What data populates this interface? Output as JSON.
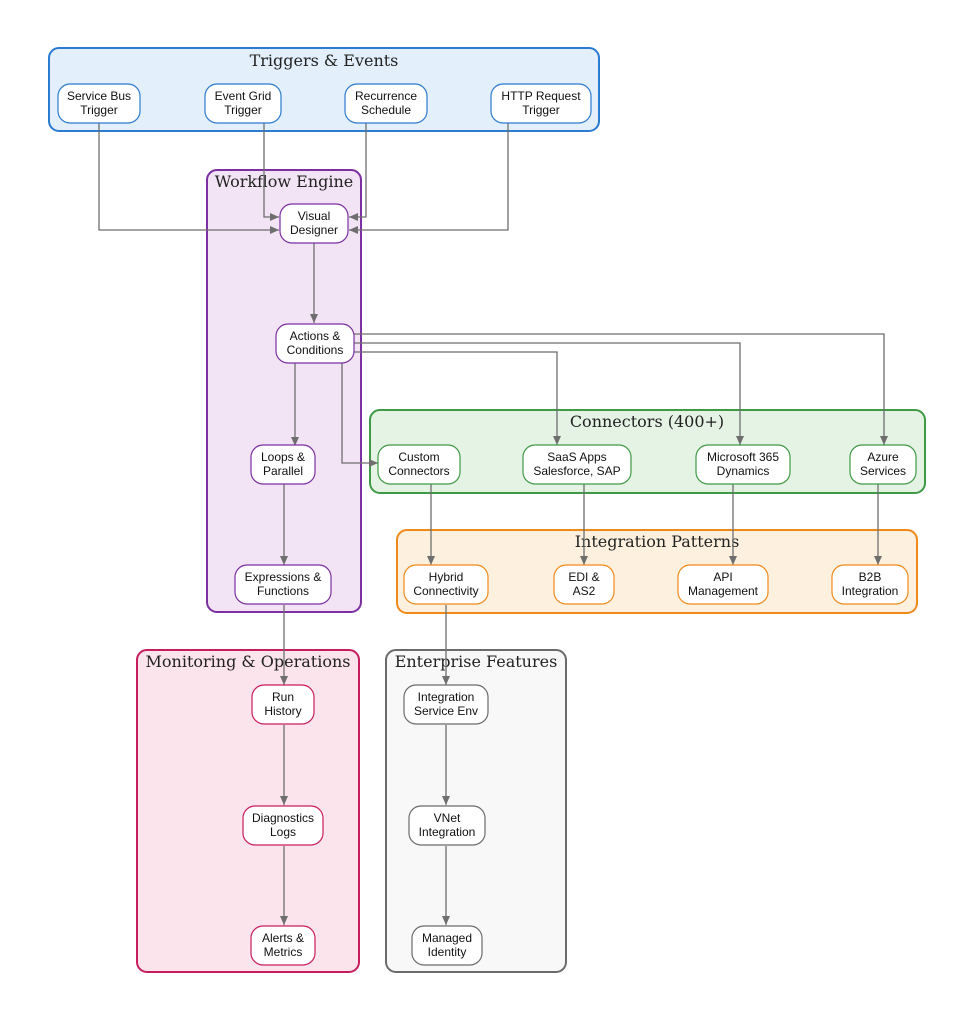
{
  "colors": {
    "triggers": {
      "stroke": "#2b7bcf",
      "fill": "#e3effa"
    },
    "workflow": {
      "stroke": "#7b2fa0",
      "fill": "#f2e4f4"
    },
    "connectors": {
      "stroke": "#3e9a45",
      "fill": "#e5f3e4"
    },
    "integration": {
      "stroke": "#ef8a1a",
      "fill": "#fdf0de"
    },
    "monitoring": {
      "stroke": "#c81d5c",
      "fill": "#fbe4ec"
    },
    "enterprise": {
      "stroke": "#6b6b6b",
      "fill": "#f8f8f8"
    },
    "edge": "#6e6e6e"
  },
  "clusters": {
    "triggers": {
      "title": "Triggers & Events"
    },
    "workflow": {
      "title": "Workflow Engine"
    },
    "connectors": {
      "title": "Connectors (400+)"
    },
    "integration": {
      "title": "Integration Patterns"
    },
    "monitoring": {
      "title": "Monitoring & Operations"
    },
    "enterprise": {
      "title": "Enterprise Features"
    }
  },
  "nodes": {
    "service_bus": {
      "lines": [
        "Service Bus",
        "Trigger"
      ]
    },
    "event_grid": {
      "lines": [
        "Event Grid",
        "Trigger"
      ]
    },
    "recurrence": {
      "lines": [
        "Recurrence",
        "Schedule"
      ]
    },
    "http_request": {
      "lines": [
        "HTTP Request",
        "Trigger"
      ]
    },
    "visual_designer": {
      "lines": [
        "Visual",
        "Designer"
      ]
    },
    "actions_conditions": {
      "lines": [
        "Actions &",
        "Conditions"
      ]
    },
    "loops_parallel": {
      "lines": [
        "Loops &",
        "Parallel"
      ]
    },
    "expressions_functions": {
      "lines": [
        "Expressions &",
        "Functions"
      ]
    },
    "custom_connectors": {
      "lines": [
        "Custom",
        "Connectors"
      ]
    },
    "saas_apps": {
      "lines": [
        "SaaS Apps",
        "Salesforce, SAP"
      ]
    },
    "microsoft_365": {
      "lines": [
        "Microsoft 365",
        "Dynamics"
      ]
    },
    "azure_services": {
      "lines": [
        "Azure",
        "Services"
      ]
    },
    "hybrid_connectivity": {
      "lines": [
        "Hybrid",
        "Connectivity"
      ]
    },
    "edi_as2": {
      "lines": [
        "EDI &",
        "AS2"
      ]
    },
    "api_management": {
      "lines": [
        "API",
        "Management"
      ]
    },
    "b2b_integration": {
      "lines": [
        "B2B",
        "Integration"
      ]
    },
    "run_history": {
      "lines": [
        "Run",
        "History"
      ]
    },
    "diagnostics_logs": {
      "lines": [
        "Diagnostics",
        "Logs"
      ]
    },
    "alerts_metrics": {
      "lines": [
        "Alerts &",
        "Metrics"
      ]
    },
    "integration_service_env": {
      "lines": [
        "Integration",
        "Service Env"
      ]
    },
    "vnet_integration": {
      "lines": [
        "VNet",
        "Integration"
      ]
    },
    "managed_identity": {
      "lines": [
        "Managed",
        "Identity"
      ]
    }
  }
}
